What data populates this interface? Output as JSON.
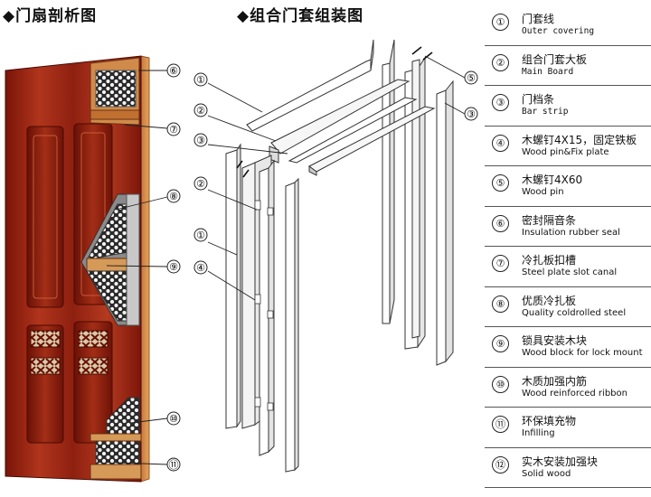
{
  "titles": {
    "left": "◆门扇剖析图",
    "right": "◆组合门套组装图"
  },
  "left_callouts": [
    "⑥",
    "⑦",
    "⑧",
    "⑨",
    "⑩",
    "⑪"
  ],
  "middle_callouts": [
    "①",
    "②",
    "③",
    "②",
    "①",
    "④"
  ],
  "right_callouts": [
    "⑤",
    "③"
  ],
  "legend": [
    {
      "num": "①",
      "cn": "门套线",
      "en": "Outer covering"
    },
    {
      "num": "②",
      "cn": "组合门套大板",
      "en": "Main Board"
    },
    {
      "num": "③",
      "cn": "门档条",
      "en": "Bar strip"
    },
    {
      "num": "④",
      "cn": "木螺钉4X15，固定铁板",
      "en": "Wood pin&Fix plate"
    },
    {
      "num": "⑤",
      "cn": "木螺钉4X60",
      "en": "Wood pin"
    },
    {
      "num": "⑥",
      "cn": "密封隔音条",
      "en": "Insulation rubber seal"
    },
    {
      "num": "⑦",
      "cn": "冷扎板扣槽",
      "en": "Steel plate slot canal"
    },
    {
      "num": "⑧",
      "cn": "优质冷扎板",
      "en": "Quality coldrolled steel"
    },
    {
      "num": "⑨",
      "cn": "锁具安装木块",
      "en": "Wood block for lock mount"
    },
    {
      "num": "⑩",
      "cn": "木质加强内筋",
      "en": "Wood reinforced ribbon"
    },
    {
      "num": "⑪",
      "cn": "环保填充物",
      "en": "Infilling"
    },
    {
      "num": "⑫",
      "cn": "实木安装加强块",
      "en": "Solid wood"
    }
  ]
}
